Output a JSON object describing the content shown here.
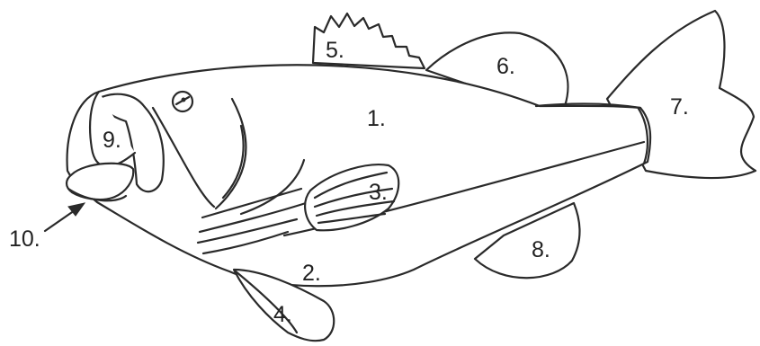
{
  "diagram": {
    "labels": {
      "l1": "1.",
      "l2": "2.",
      "l3": "3.",
      "l4": "4.",
      "l5": "5.",
      "l6": "6.",
      "l7": "7.",
      "l8": "8.",
      "l9": "9.",
      "l10": "10."
    }
  },
  "colors": {
    "stroke": "#2a2a2a",
    "fill": "#ffffff",
    "text": "#222222"
  }
}
